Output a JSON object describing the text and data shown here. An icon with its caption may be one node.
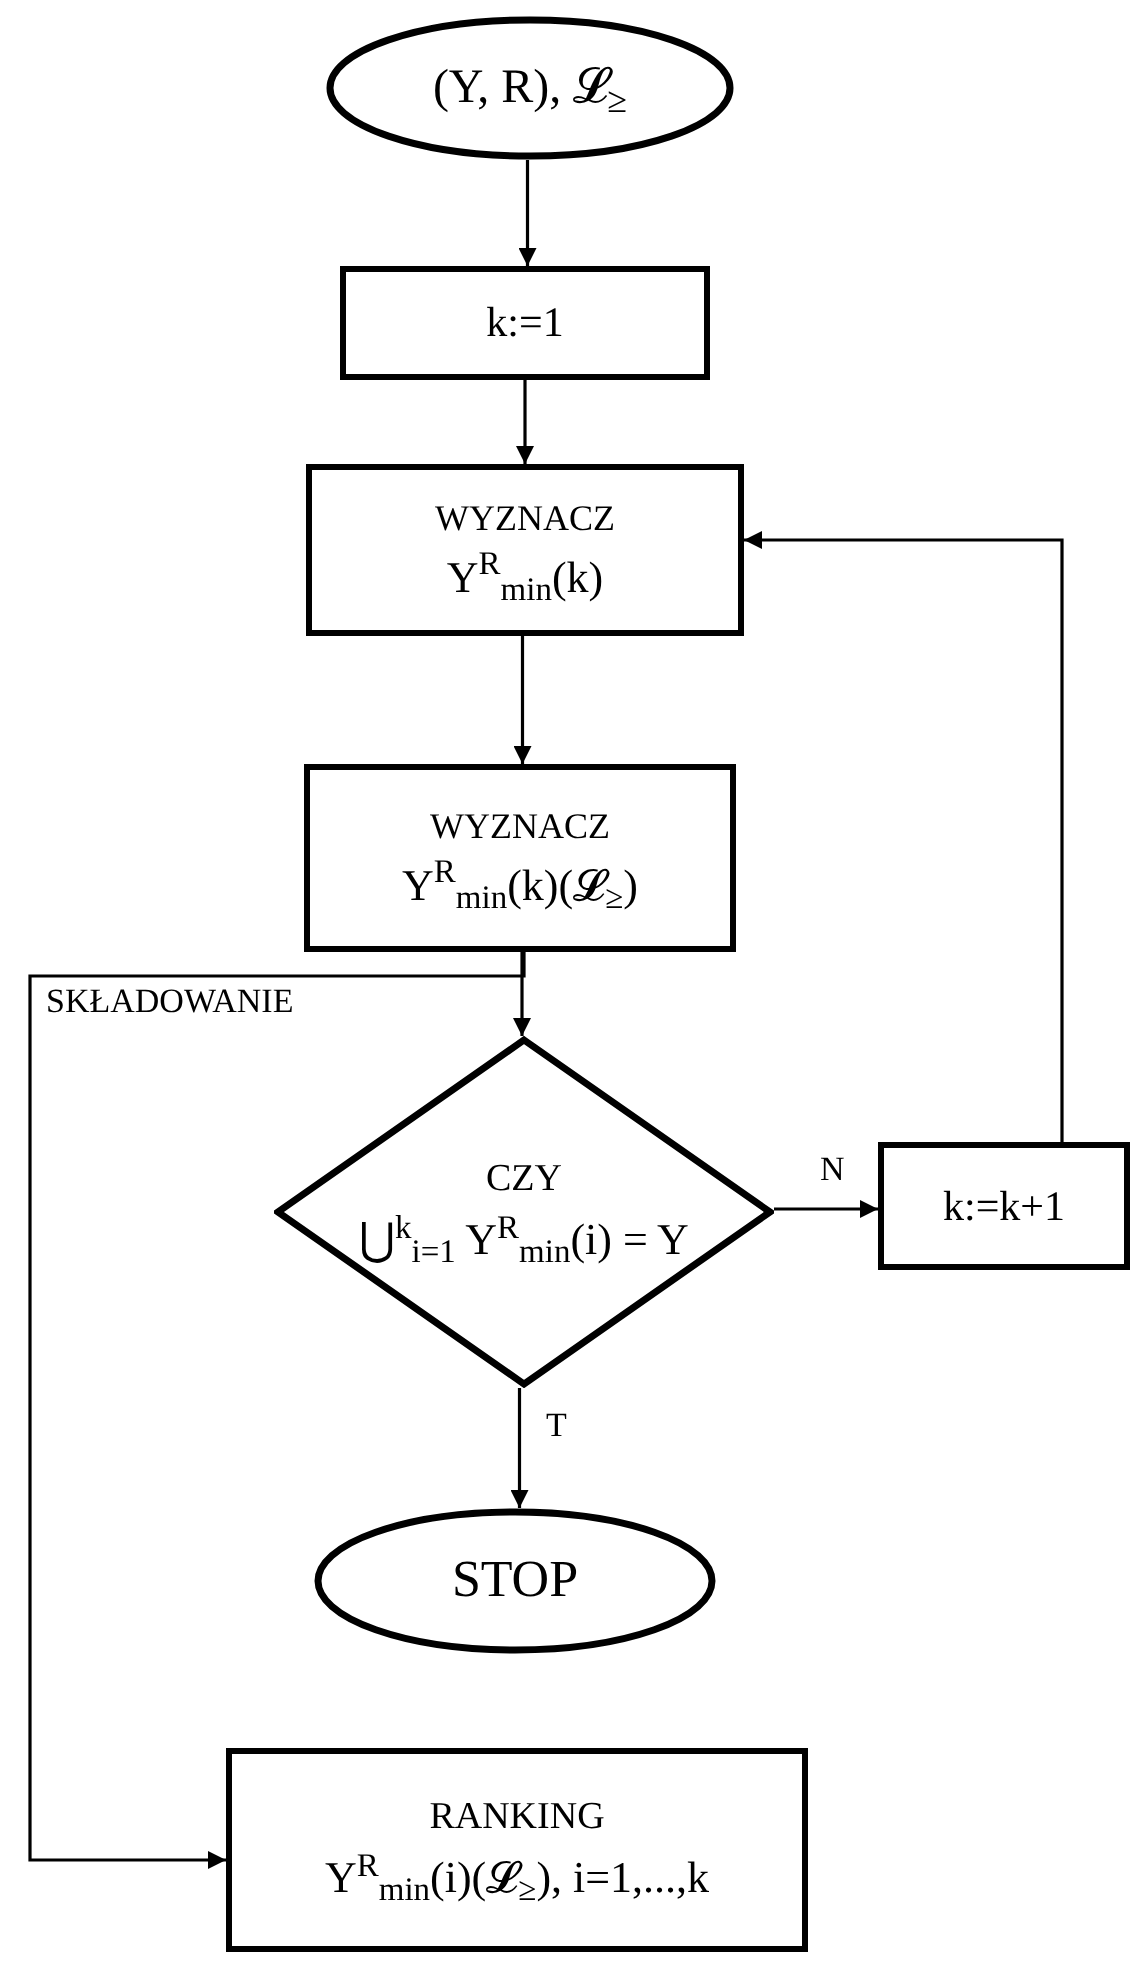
{
  "diagram": {
    "nodes": [
      {
        "text": [
          "(Y, R), 𝓛$_{≥}$"
        ]
      },
      {
        "text": [
          "k:=1"
        ]
      },
      {
        "text": [
          "WYZNACZ",
          "Y$^{R}$$_{min}$(k)"
        ]
      },
      {
        "text": [
          "WYZNACZ",
          "Y$^{R}$$_{min}$(k)(𝓛$_{≥}$)"
        ]
      },
      {
        "text": [
          "CZY",
          "⋃$^{k}$$_{i=1}$ Y$^{R}$$_{min}$(i) = Y"
        ]
      },
      {
        "text": [
          "k:=k+1"
        ]
      },
      {
        "text": [
          "STOP"
        ]
      },
      {
        "text": [
          "RANKING",
          "Y$^{R}$$_{min}$(i)(𝓛$_{≥}$), i=1,...,k"
        ]
      }
    ],
    "edges": [
      {
        "from": 0,
        "to": 1,
        "arrow": "to"
      },
      {
        "from": 1,
        "to": 2,
        "arrow": "to"
      },
      {
        "from": 2,
        "to": 3,
        "arrow": "to"
      },
      {
        "from": 3,
        "to": 4,
        "arrow": "to"
      },
      {
        "from": 4,
        "to": 5,
        "arrow": "to",
        "label": "N"
      },
      {
        "from": 5,
        "to": 2,
        "arrow": "to"
      },
      {
        "from": 4,
        "to": 6,
        "arrow": "to",
        "label": "T"
      },
      {
        "from": 3,
        "to": 7,
        "arrow": "to",
        "label": "SKŁADOWANIE"
      }
    ]
  }
}
